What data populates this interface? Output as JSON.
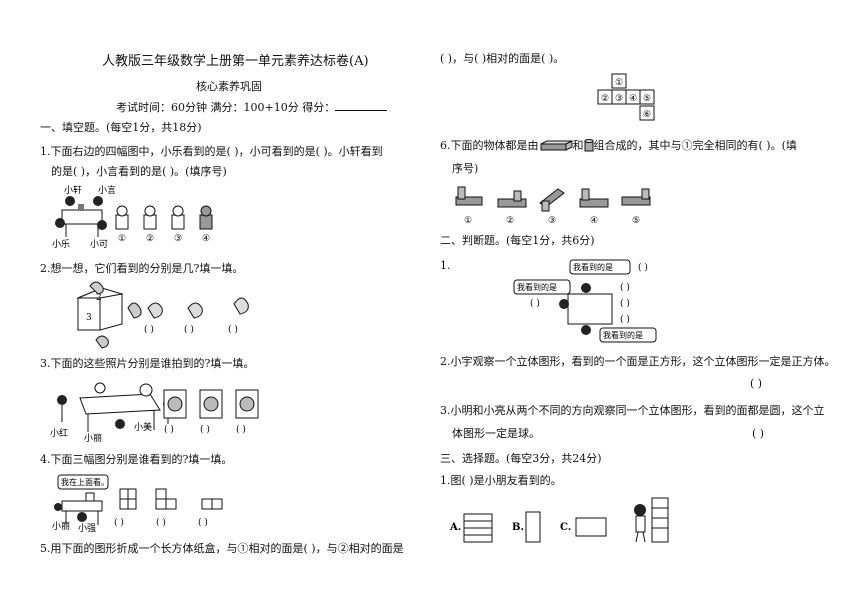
{
  "header": {
    "title": "人教版三年级数学上册第一单元素养达标卷(A)",
    "subtitle": "核心素养巩固",
    "exam_info": "考试时间：60分钟 满分：100+10分 得分："
  },
  "section1": {
    "heading": "一、填空题。(每空1分，共18分)",
    "q1_line1": "1.下面右边的四幅图中，小乐看到的是(      )，小可看到的是(      )。小轩看到",
    "q1_line2": "的是(      )，小言看到的是(      )。(填序号)",
    "q1_names": [
      "小轩",
      "小言",
      "小可",
      "小乐"
    ],
    "q1_options": [
      "①",
      "②",
      "③",
      "④"
    ],
    "q2": "2.想一想，它们看到的分别是几?填一填。",
    "q2_cube_faces": [
      "2",
      "3"
    ],
    "q2_blanks": [
      "(    )",
      "(    )",
      "(    )"
    ],
    "q3": "3.下面的这些照片分别是谁拍到的?填一填。",
    "q3_names": [
      "小红",
      "小丽",
      "小美"
    ],
    "q3_blanks": [
      "(    )",
      "(    )",
      "(    )"
    ],
    "q4": "4.下面三幅图分别是谁看到的?填一填。",
    "q4_bubble": "我在上面看。",
    "q4_names": [
      "小丽",
      "小强"
    ],
    "q4_blanks": [
      "(    )",
      "(    )",
      "(    )"
    ],
    "q5_line1": "5.用下面的图形折成一个长方体纸盒，与①相对的面是(      )，与②相对的面是"
  },
  "right": {
    "q5_line2": "(      )，与(      )相对的面是(      )。",
    "net_labels": [
      "①",
      "②",
      "③",
      "④",
      "⑤",
      "⑥"
    ],
    "q6_part1": "6.下面的物体都是由",
    "q6_and": "和",
    "q6_part2": "组合成的，其中与①完全相同的有(          )。(填",
    "q6_line2": "序号)",
    "q6_options": [
      "①",
      "②",
      "③",
      "④",
      "⑤"
    ]
  },
  "section2": {
    "heading": "二、判断题。(每空1分，共6分)",
    "q1_num": "1.",
    "bubble": "我看到的是",
    "q1_blanks": [
      "(    )",
      "(    )",
      "(    )",
      "(    )",
      "(    )",
      "(    )"
    ],
    "q2": "2.小宇观察一个立体图形，看到的一个面是正方形，这个立体图形一定是正方体。",
    "q2_blank": "(      )",
    "q3_line1": "3.小明和小亮从两个不同的方向观察同一个立体图形，看到的面都是圆，这个立",
    "q3_line2": "体图形一定是球。",
    "q3_blank": "(      )"
  },
  "section3": {
    "heading": "三、选择题。(每空3分，共24分)",
    "q1": "1.图(      )是小朋友看到的。",
    "options": [
      "A.",
      "B.",
      "C."
    ]
  }
}
